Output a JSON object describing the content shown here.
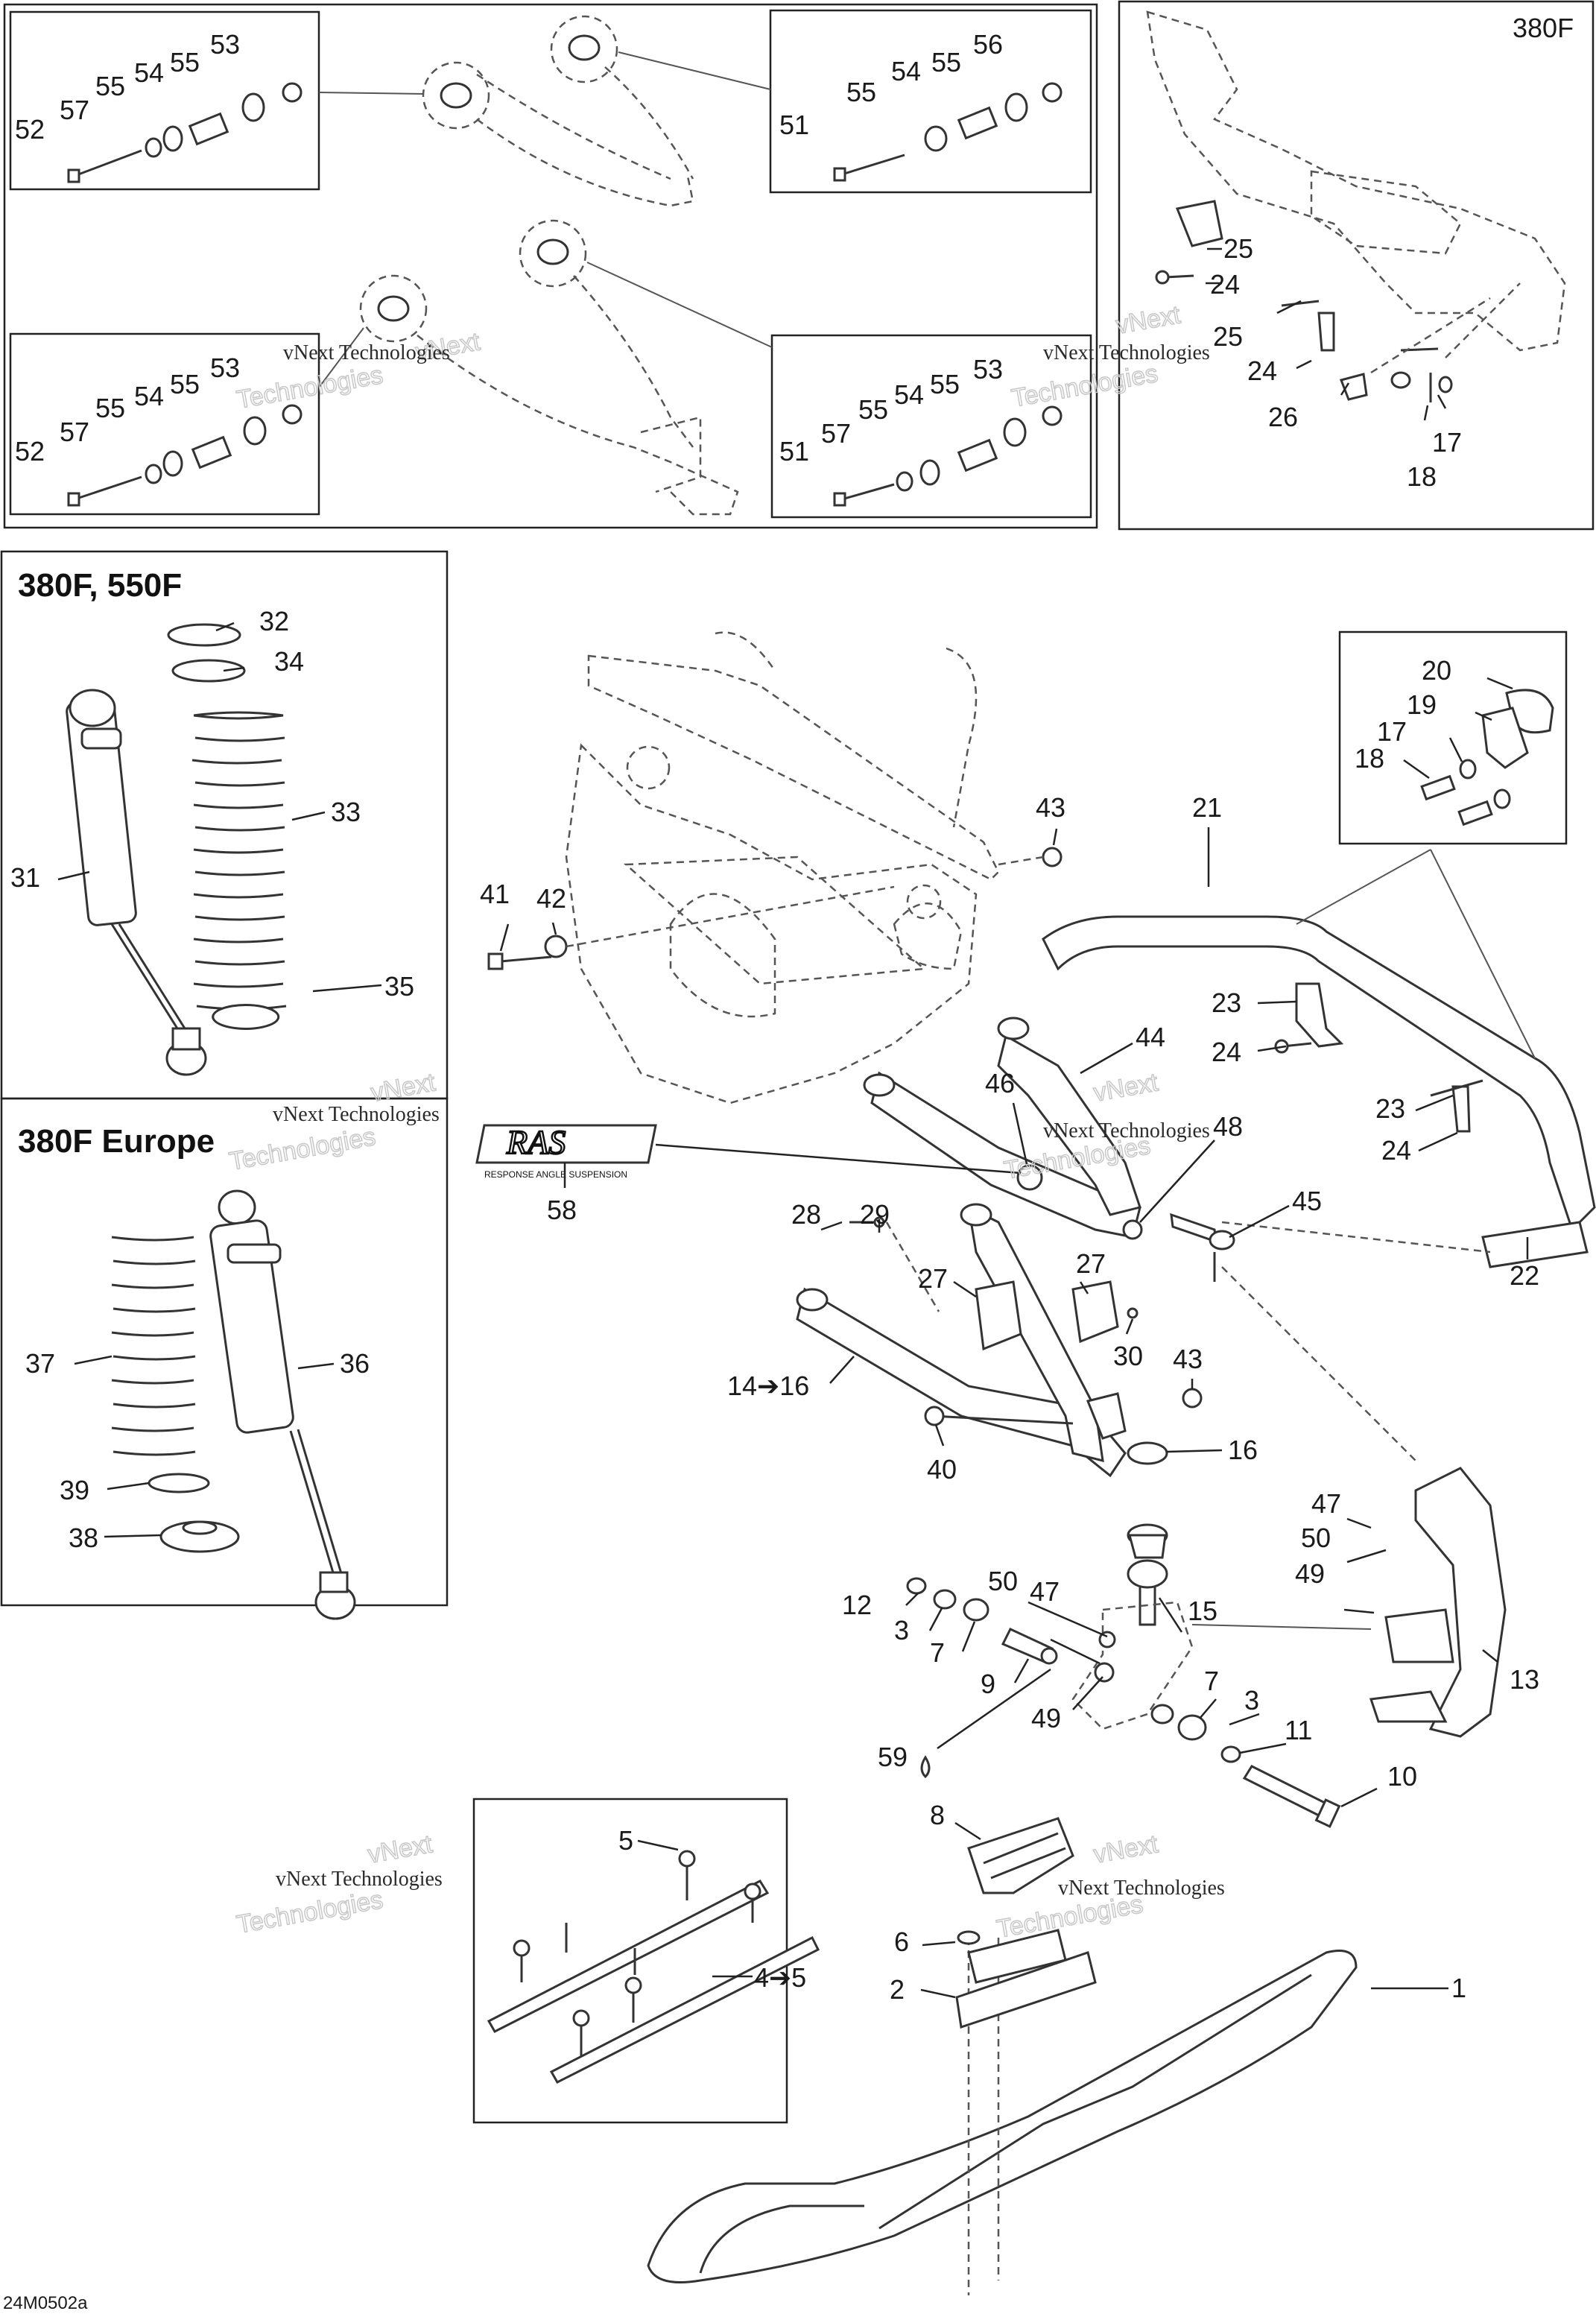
{
  "diagram_code": "24M0502a",
  "model_labels": {
    "rear_frame": "380F",
    "shock_top": "380F, 550F",
    "shock_europe": "380F Europe"
  },
  "watermark": {
    "line1": "vNext Technologies",
    "outline1": "vNext",
    "outline2": "Technologies"
  },
  "logo_text": "RAS",
  "logo_subtext": "RESPONSE ANGLE SUSPENSION",
  "callouts": {
    "c_52a": "52",
    "c_57a": "57",
    "c_55a1": "55",
    "c_54a": "54",
    "c_55a2": "55",
    "c_53a": "53",
    "c_51b": "51",
    "c_55b1": "55",
    "c_54b": "54",
    "c_55b2": "55",
    "c_56b": "56",
    "c_52c": "52",
    "c_57c": "57",
    "c_55c1": "55",
    "c_54c": "54",
    "c_55c2": "55",
    "c_53c": "53",
    "c_51d": "51",
    "c_57d": "57",
    "c_55d1": "55",
    "c_54d": "54",
    "c_55d2": "55",
    "c_53d": "53",
    "c_25a": "25",
    "c_24a": "24",
    "c_25b": "25",
    "c_24b": "24",
    "c_26": "26",
    "c_17a": "17",
    "c_18a": "18",
    "c_32": "32",
    "c_34": "34",
    "c_33": "33",
    "c_31": "31",
    "c_35": "35",
    "c_37": "37",
    "c_36": "36",
    "c_39": "39",
    "c_38": "38",
    "c_20": "20",
    "c_19": "19",
    "c_17b": "17",
    "c_18b": "18",
    "c_21": "21",
    "c_43a": "43",
    "c_41": "41",
    "c_42": "42",
    "c_23a": "23",
    "c_24c": "24",
    "c_44": "44",
    "c_46": "46",
    "c_48": "48",
    "c_23b": "23",
    "c_24d": "24",
    "c_45": "45",
    "c_22": "22",
    "c_58": "58",
    "c_28": "28",
    "c_29": "29",
    "c_27a": "27",
    "c_27b": "27",
    "c_30": "30",
    "c_14_16": "14➔16",
    "c_43b": "43",
    "c_16": "16",
    "c_40": "40",
    "c_47a": "47",
    "c_50a": "50",
    "c_49a": "49",
    "c_15": "15",
    "c_12": "12",
    "c_3a": "3",
    "c_7a": "7",
    "c_9": "9",
    "c_47b": "47",
    "c_50b": "50",
    "c_49b": "49",
    "c_13": "13",
    "c_7b": "7",
    "c_3b": "3",
    "c_11": "11",
    "c_59": "59",
    "c_10": "10",
    "c_5": "5",
    "c_4_5": "4➔5",
    "c_8": "8",
    "c_6": "6",
    "c_2": "2",
    "c_1": "1"
  }
}
